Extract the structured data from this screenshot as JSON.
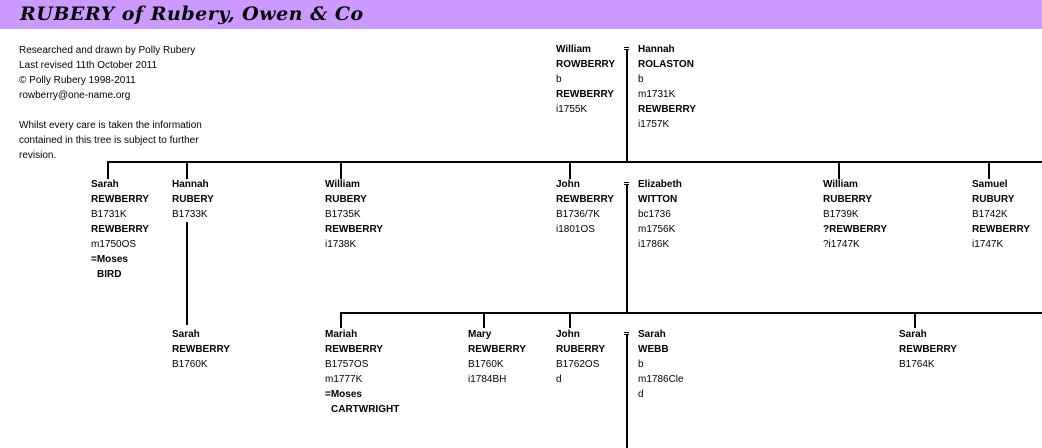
{
  "title": "RUBERY of Rubery, Owen & Co",
  "info": {
    "researched": "Researched and drawn by Polly Rubery",
    "revised": "Last revised 11th October 2011",
    "copyright": "© Polly Rubery 1998-2011",
    "email": "rowberry@one-name.org",
    "disclaimer_1": "Whilst every care is taken the information",
    "disclaimer_2": "contained in this tree is subject to further",
    "disclaimer_3": "revision."
  },
  "people": {
    "william_rowberry": [
      "William",
      "ROWBERRY",
      "b",
      "REWBERRY",
      "i1755K"
    ],
    "hannah_rolaston": [
      "Hannah",
      "ROLASTON",
      "b",
      "m1731K",
      "REWBERRY",
      "i1757K"
    ],
    "sarah_rewberry_1731": [
      "Sarah",
      "REWBERRY",
      "B1731K",
      "REWBERRY",
      "m1750OS",
      "=Moses",
      "BIRD"
    ],
    "hannah_rubery_1733": [
      "Hannah",
      "RUBERY",
      "B1733K"
    ],
    "william_rubery_1735": [
      "William",
      "RUBERY",
      "B1735K",
      "REWBERRY",
      "i1738K"
    ],
    "john_rewberry_1736": [
      "John",
      "REWBERRY",
      "B1736/7K",
      "i1801OS"
    ],
    "elizabeth_witton": [
      "Elizabeth",
      "WITTON",
      "bc1736",
      "m1756K",
      "i1786K"
    ],
    "william_rubery_1739": [
      "William",
      "RUBERRY",
      "B1739K",
      "?REWBERRY",
      "?i1747K"
    ],
    "samuel_rubury_1742": [
      "Samuel",
      "RUBURY",
      "B1742K",
      "REWBERRY",
      "i1747K"
    ],
    "sarah_rewberry_1760": [
      "Sarah",
      "REWBERRY",
      "B1760K"
    ],
    "mariah_rewberry_1757": [
      "Mariah",
      "REWBERRY",
      "B1757OS",
      "m1777K",
      "=Moses",
      "CARTWRIGHT"
    ],
    "mary_rewberry_1760": [
      "Mary",
      "REWBERRY",
      "B1760K",
      "i1784BH"
    ],
    "john_ruberry_1762": [
      "John",
      "RUBERRY",
      "B1762OS",
      "d"
    ],
    "sarah_webb": [
      "Sarah",
      "WEBB",
      "b",
      "m1786Cle",
      "d"
    ],
    "sarah_rewberry_1764": [
      "Sarah",
      "REWBERRY",
      "B1764K"
    ]
  }
}
